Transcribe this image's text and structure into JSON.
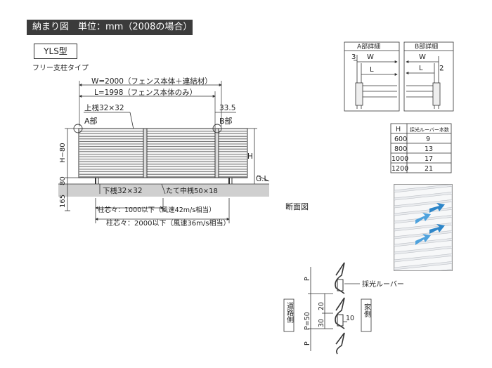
{
  "header": {
    "title": "納まり図　単位：mm（2008の場合）"
  },
  "model": {
    "label": "YLS型"
  },
  "subtitle": "フリー支柱タイプ",
  "main": {
    "w_label": "W=2000（フェンス本体＋連結材）",
    "l_label": "L=1998（フェンス本体のみ）",
    "top_rail": "上桟32×32",
    "dim_335": "33.5",
    "part_a": "A部",
    "part_b": "B部",
    "dim_h80": "H−80",
    "dim_80": "80",
    "dim_165": "165",
    "dim_h": "H",
    "gl": "G.L",
    "bottom_rail": "下桟32×32",
    "mid_rail": "たて中桟50×18",
    "post_note1": "柱芯々：1000以下（風速42m/s相当）",
    "post_note2": "柱芯々：2000以下（風速36m/s相当）"
  },
  "detail_a": {
    "title": "A部詳細",
    "dim3": "3",
    "w": "W",
    "l": "L"
  },
  "detail_b": {
    "title": "B部詳細",
    "w": "W",
    "l": "L",
    "dim2": "2"
  },
  "louver_table": {
    "headers": [
      "H",
      "採光ルーバー本数"
    ],
    "rows": [
      [
        "600",
        "9"
      ],
      [
        "800",
        "13"
      ],
      [
        "1000",
        "17"
      ],
      [
        "1200",
        "21"
      ]
    ]
  },
  "section": {
    "title": "断面図",
    "louver_label": "採光ルーバー",
    "road_side": "道路側",
    "house_side": "家側",
    "p": "P",
    "p50": "P=50",
    "dim30": "30",
    "dim20": "20",
    "dim10": "10"
  }
}
